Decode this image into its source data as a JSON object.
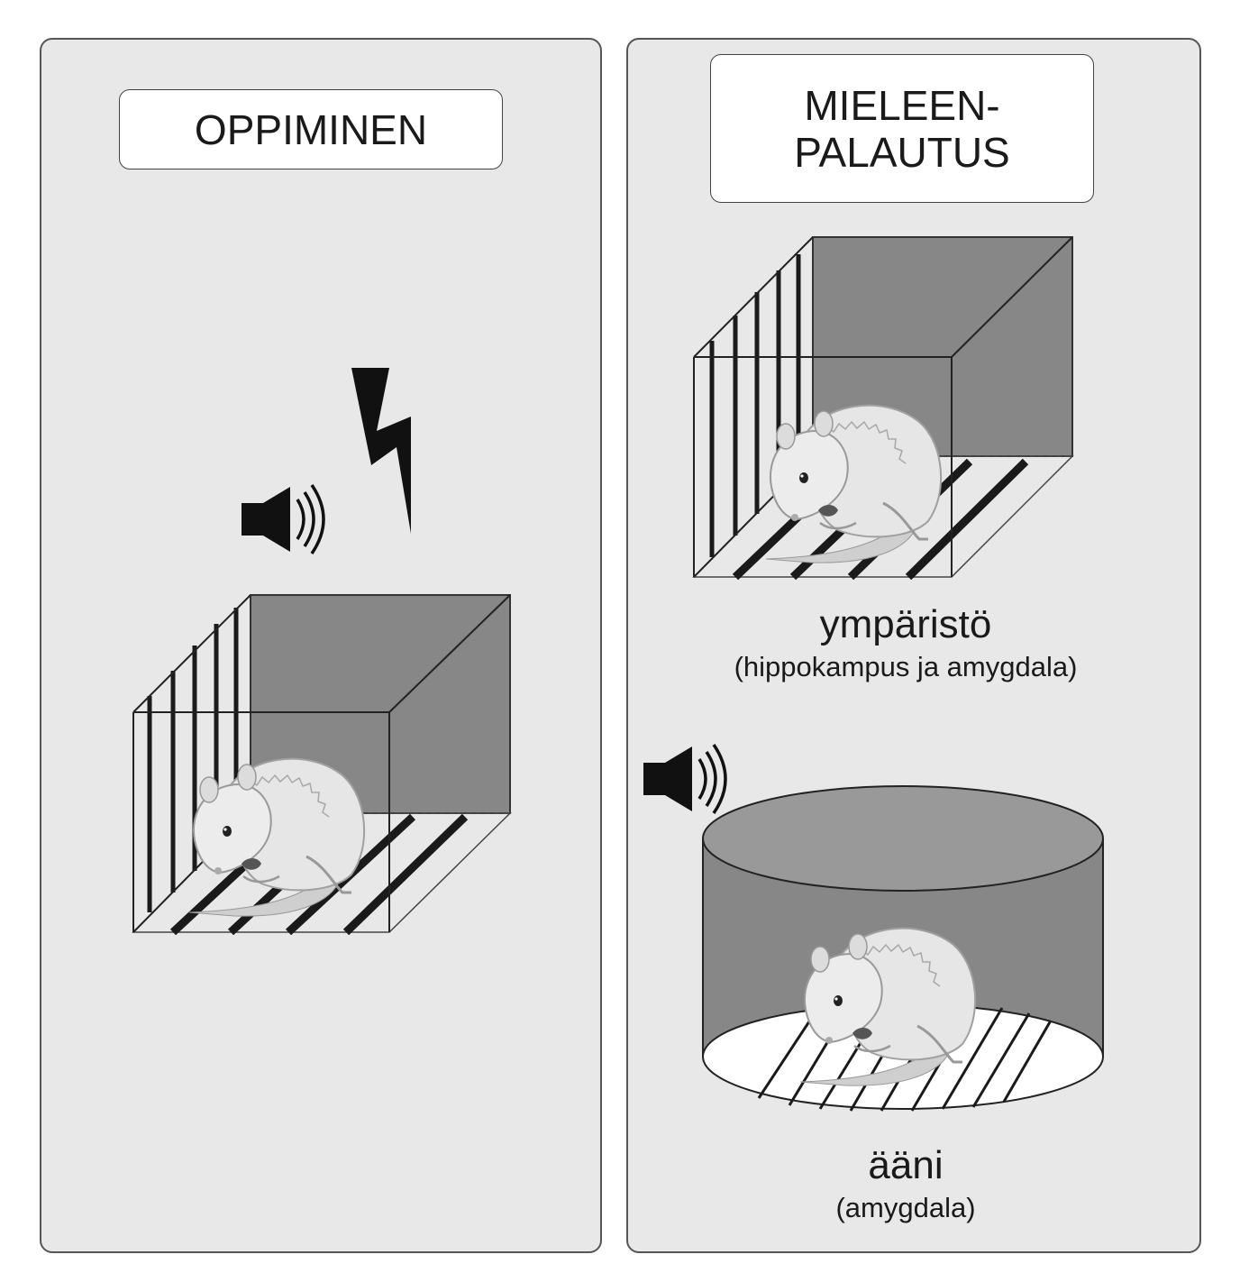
{
  "learning": {
    "title": "OPPIMINEN"
  },
  "retrieval": {
    "title_line1": "MIELEEN-",
    "title_line2": "PALAUTUS",
    "context_label": "ympäristö",
    "context_sub": "(hippokampus ja amygdala)",
    "tone_label": "ääni",
    "tone_sub": "(amygdala)"
  },
  "icons": [
    "speaker-icon",
    "lightning-bolt-icon",
    "rat-icon",
    "cage-icon",
    "cylinder-arena-icon"
  ],
  "colors": {
    "panel": "#e8e8e8",
    "box_dark": "#878787",
    "rat": "#e6e6e6",
    "stripe": "#1a1a1a"
  }
}
